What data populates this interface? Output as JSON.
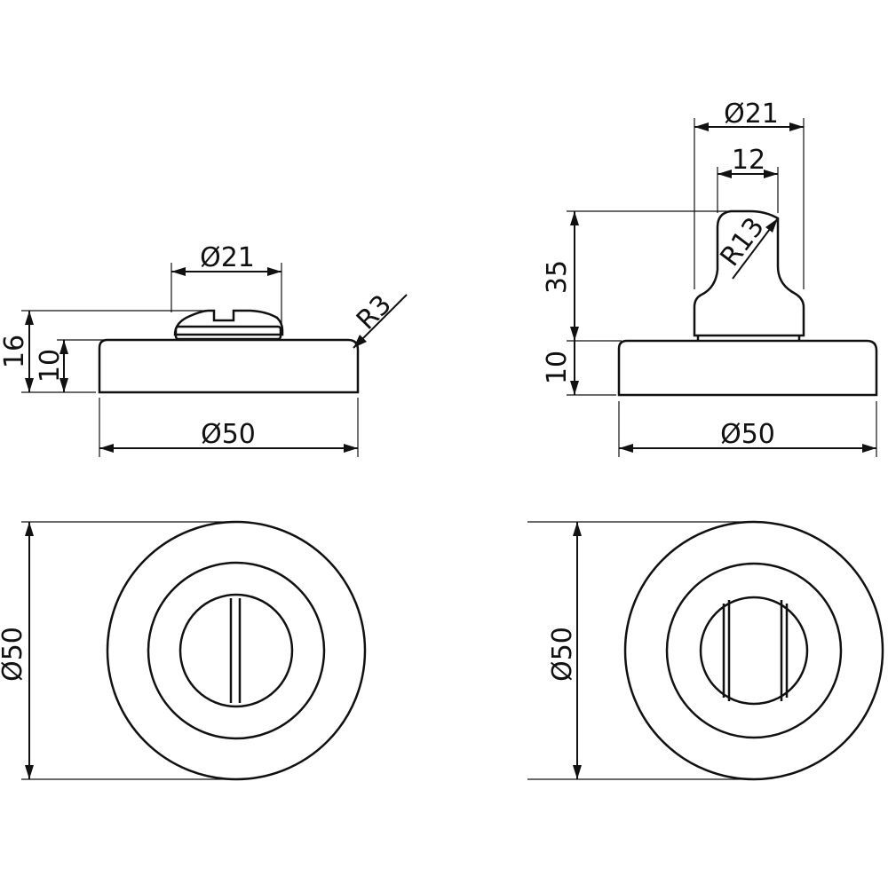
{
  "colors": {
    "line": "#111111",
    "background": "#ffffff"
  },
  "views": {
    "side_left": {
      "dim_top_diameter": "Ø21",
      "dim_radius": "R3",
      "dim_height_total": "16",
      "dim_height_base": "10",
      "dim_base_diameter": "Ø50"
    },
    "side_right": {
      "dim_top_diameter": "Ø21",
      "dim_knob_width": "12",
      "dim_radius": "R13",
      "dim_knob_height": "35",
      "dim_height_base": "10",
      "dim_base_diameter": "Ø50"
    },
    "top_left": {
      "dim_diameter": "Ø50"
    },
    "top_right": {
      "dim_diameter": "Ø50"
    }
  }
}
